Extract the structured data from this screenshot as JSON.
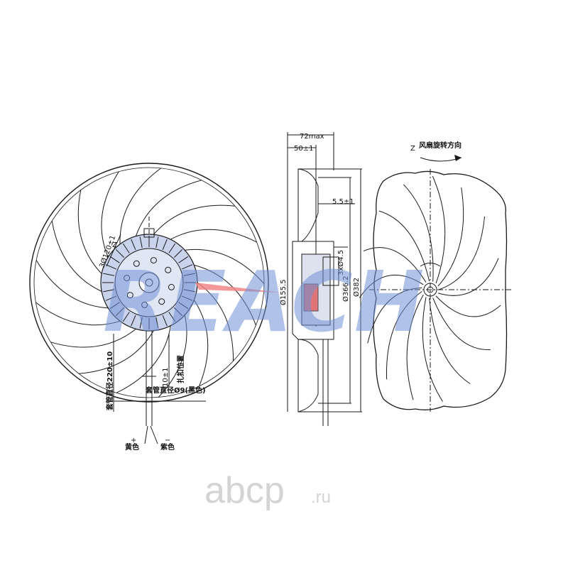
{
  "watermark": {
    "text": "REACH",
    "color": "#6f8fd6"
  },
  "logo": {
    "text": "abcp",
    "suffix": ".ru",
    "color": "#d4d4d4"
  },
  "front_view": {
    "label_hole_circle": "3Ø120±1",
    "label_z": "Z",
    "label_cable_length": "套管直径220±10",
    "label_cable_diameter": "套管直径Ø9(黑色)",
    "label_clip": "扎扣位置",
    "label_clip_dim": "10±1",
    "wire_yellow": "黄色",
    "wire_purple": "紫色",
    "wire_plus": "+",
    "wire_minus": "−"
  },
  "side_view": {
    "dim_overall_depth": "72max",
    "dim_depth": "50±1",
    "dim_offset": "5.5±1",
    "dim_hub": "Ø155.5",
    "dim_bolts": "3xØ4.5",
    "dim_inner": "Ø366.2",
    "dim_outer": "Ø382"
  },
  "rear_view": {
    "label_z": "Z",
    "rotation_label": "风扇旋转方向"
  },
  "colors": {
    "line": "#1a1a1a",
    "hub_fill": "#c9d4ec",
    "motor_red": "#e04848",
    "arrow_red": "#f08080"
  }
}
